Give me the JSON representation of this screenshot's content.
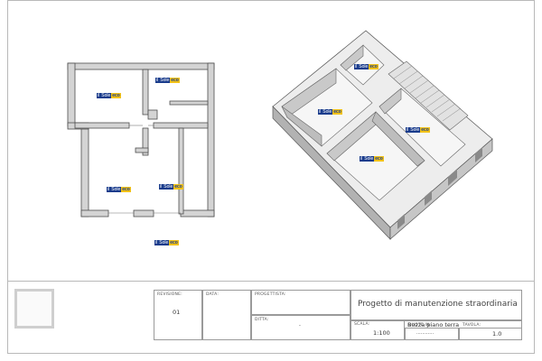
{
  "watermark": {
    "prefix": "il",
    "brand": "Sole",
    "suffix": "eco"
  },
  "titleblock": {
    "revision_label": "REVISIONE:",
    "revision_value": "01",
    "date_label": "DATA:",
    "designer_label": "PROGETTISTA:",
    "dates_label": "DITTA:",
    "project_title": "Progetto di manutenzione straordinaria",
    "drawing_subtitle": "Bozza piano terra",
    "scale_label": "SCALA:",
    "scale_value": "1:100",
    "units_label": "QUOTE IN:",
    "units_value": "............",
    "sheet_label": "TAVOLA:",
    "sheet_value": "1.0",
    "dot_mark": "-"
  },
  "colors": {
    "wall_fill": "#d4d4d4",
    "wall_stroke": "#4d4d4d",
    "axo_top": "#ededed",
    "axo_left": "#b2b2b2",
    "axo_right": "#c6c6c6",
    "floor": "#f6f6f6",
    "badge_blue": "#1a3c8c",
    "badge_yellow": "#f2c218"
  }
}
